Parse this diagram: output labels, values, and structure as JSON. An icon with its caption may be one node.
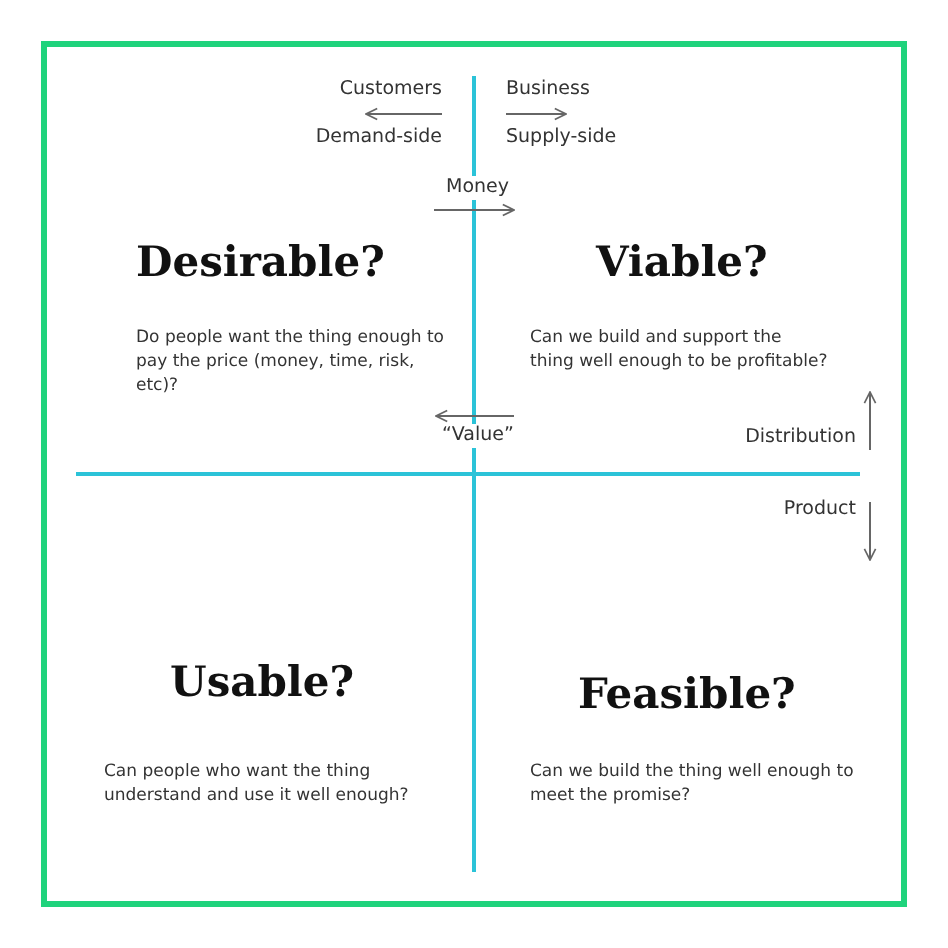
{
  "diagram": {
    "labels": [
      "Customers",
      "Business",
      "Demand-side",
      "Supply-side",
      "Money",
      "Desirable?",
      "Do people want the thing enough to pay the price (money, time, risk, etc)?",
      "Viable?",
      "Can we build and support the thing well enough to be profitable?",
      "“Value”",
      "Distribution",
      "Product",
      "Usable?",
      "Can people who want the thing understand and use it well enough?",
      "Feasible?",
      "Can we build the thing well enough to meet the promise?"
    ]
  }
}
